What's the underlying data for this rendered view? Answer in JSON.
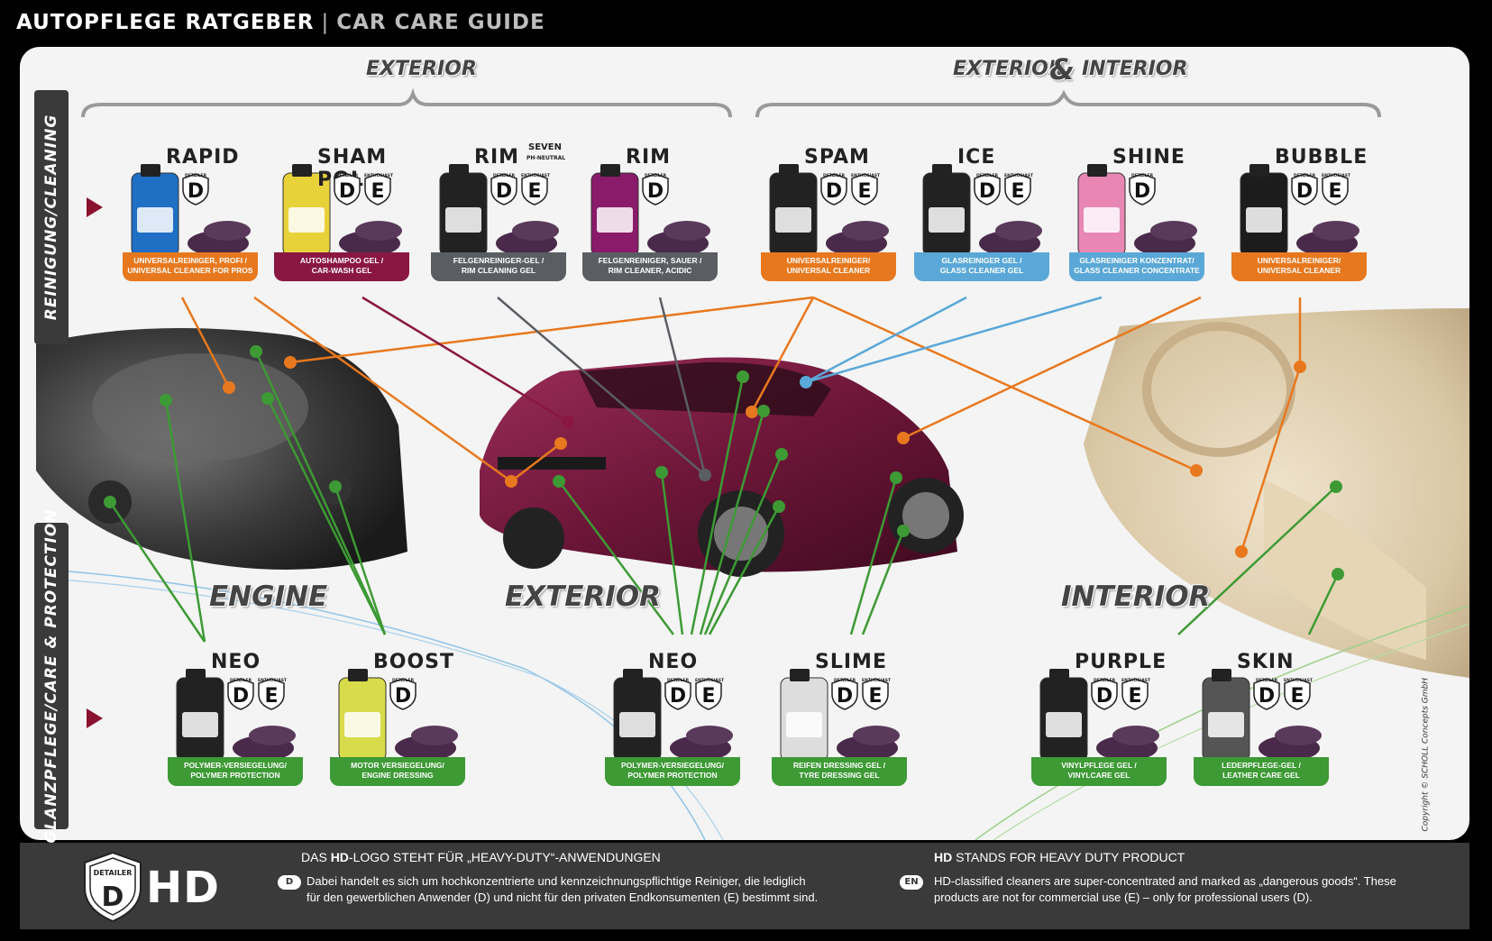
{
  "header": {
    "title": "AUTOPFLEGE RATGEBER",
    "separator": "|",
    "subtitle": "CAR CARE GUIDE"
  },
  "sections": {
    "exterior_top": "EXTERIOR",
    "ext_int_left": "EXTERIOR",
    "ext_int_amp": "&",
    "ext_int_right": "INTERIOR",
    "engine": "ENGINE",
    "exterior_bottom": "EXTERIOR",
    "interior": "INTERIOR"
  },
  "side_labels": {
    "cleaning": "REINIGUNG/CLEANING",
    "care": "GLANZPFLEGE/CARE & PROTECTION"
  },
  "badges": {
    "detailer": "DETAILER",
    "enthusiast": "ENTHUSIAST",
    "d": "D",
    "e": "E"
  },
  "colors": {
    "orange": "#e8781e",
    "maroon": "#8a1741",
    "gray": "#5a5e63",
    "blue": "#5aa8d8",
    "green": "#3d9a34",
    "dark": "#3a3a3a",
    "arrow": "#8a1330"
  },
  "cleaning_products": [
    {
      "name": "RAPID",
      "label1": "UNIVERSALREINIGER, PROFI /",
      "label2": "UNIVERSAL CLEANER FOR PROS",
      "color": "#e8781e",
      "bottle": "#1f6fc4",
      "badges": "D"
    },
    {
      "name": "SHAM POL",
      "label1": "AUTOSHAMPOO GEL /",
      "label2": "CAR-WASH GEL",
      "color": "#8a1741",
      "bottle": "#e8d23a",
      "badges": "DE"
    },
    {
      "name": "RIM",
      "name_sup": "SEVEN",
      "name_sub": "PH-NEUTRAL",
      "label1": "FELGENREINIGER-GEL /",
      "label2": "RIM CLEANING GEL",
      "color": "#5a5e63",
      "bottle": "#222",
      "badges": "DE"
    },
    {
      "name": "RIM",
      "label1": "FELGENREINIGER, SAUER /",
      "label2": "RIM CLEANER, ACIDIC",
      "color": "#5a5e63",
      "bottle": "#8a1a6a",
      "badges": "D"
    },
    {
      "name": "SPAM",
      "label1": "UNIVERSALREINIGER/",
      "label2": "UNIVERSAL CLEANER",
      "color": "#e8781e",
      "bottle": "#222",
      "badges": "DE"
    },
    {
      "name": "ICE",
      "label1": "GLASREINIGER GEL /",
      "label2": "GLASS CLEANER GEL",
      "color": "#5aa8d8",
      "bottle": "#222",
      "badges": "DE"
    },
    {
      "name": "SHINE",
      "label1": "GLASREINIGER KONZENTRAT/",
      "label2": "GLASS CLEANER CONCENTRATE",
      "color": "#5aa8d8",
      "bottle": "#e887b4",
      "badges": "D"
    },
    {
      "name": "BUBBLE",
      "label1": "UNIVERSALREINIGER/",
      "label2": "UNIVERSAL CLEANER",
      "color": "#e8781e",
      "bottle": "#1c1c1c",
      "badges": "DE"
    }
  ],
  "care_products": [
    {
      "name": "NEO",
      "label1": "POLYMER-VERSIEGELUNG/",
      "label2": "POLYMER PROTECTION",
      "color": "#3d9a34",
      "bottle": "#222",
      "badges": "DE"
    },
    {
      "name": "BOOST",
      "label1": "MOTOR VERSIEGELUNG/",
      "label2": "ENGINE DRESSING",
      "color": "#3d9a34",
      "bottle": "#d8dc4a",
      "badges": "D"
    },
    {
      "name": "NEO",
      "label1": "POLYMER-VERSIEGELUNG/",
      "label2": "POLYMER PROTECTION",
      "color": "#3d9a34",
      "bottle": "#222",
      "badges": "DE"
    },
    {
      "name": "SLIME",
      "label1": "REIFEN DRESSING GEL /",
      "label2": "TYRE DRESSING GEL",
      "color": "#3d9a34",
      "bottle": "#ddd",
      "badges": "DE"
    },
    {
      "name": "PURPLE",
      "label1": "VINYLPFLEGE GEL /",
      "label2": "VINYLCARE GEL",
      "color": "#3d9a34",
      "bottle": "#222",
      "badges": "DE"
    },
    {
      "name": "SKIN",
      "label1": "LEDERPFLEGE-GEL /",
      "label2": "LEATHER CARE GEL",
      "color": "#3d9a34",
      "bottle": "#555",
      "badges": "DE"
    }
  ],
  "footer": {
    "hd": "HD",
    "logo_label": "DETAILER",
    "logo_letter": "D",
    "de_head_pre": "DAS ",
    "de_head_bold": "HD",
    "de_head_post": "-LOGO STEHT FÜR „HEAVY-DUTY“-ANWENDUNGEN",
    "de_pill": "D",
    "de_line1": "Dabei handelt es sich um hochkonzentrierte und kennzeichnungspflichtige Reiniger, die lediglich",
    "de_line2": "für den gewerblichen Anwender (D) und nicht für den privaten Endkonsumenten (E) bestimmt sind.",
    "en_head_bold": "HD",
    "en_head_post": " STANDS FOR HEAVY DUTY PRODUCT",
    "en_pill": "EN",
    "en_line1": "HD-classified cleaners are super-concentrated and marked as „dangerous goods“. These",
    "en_line2": "products are not for commercial use (E) – only for professional users (D)."
  },
  "copyright": "Copyright © SCHOLL Concepts GmbH"
}
